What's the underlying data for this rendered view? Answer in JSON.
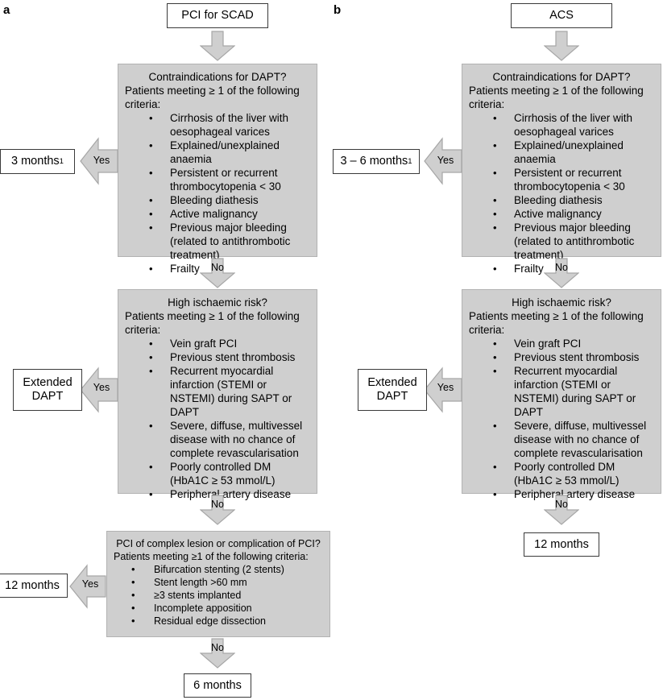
{
  "figure": {
    "panels": [
      {
        "label": "a",
        "start_box": "PCI for SCAD",
        "decisions": [
          {
            "title": "Contraindications for DAPT?",
            "lead": "Patients meeting ≥ 1 of the following criteria:",
            "items": [
              "Cirrhosis of the liver with oesophageal varices",
              "Explained/unexplained anaemia",
              "Persistent or recurrent thrombocytopenia < 30",
              "Bleeding diathesis",
              "Active malignancy",
              "Previous major bleeding (related to antithrombotic treatment)",
              "Frailty"
            ],
            "yes_label": "Yes",
            "yes_outcome": "3 months",
            "yes_outcome_superscript": "1",
            "no_label": "No"
          },
          {
            "title": "High ischaemic risk?",
            "lead": "Patients meeting ≥ 1 of the following criteria:",
            "items": [
              "Vein graft PCI",
              "Previous stent thrombosis",
              "Recurrent myocardial infarction (STEMI or NSTEMI) during SAPT or DAPT",
              "Severe, diffuse, multivessel disease with no chance of complete revascularisation",
              "Poorly controlled DM (HbA1C ≥ 53 mmol/L)",
              "Peripheral artery disease"
            ],
            "yes_label": "Yes",
            "yes_outcome_line1": "Extended",
            "yes_outcome_line2": "DAPT",
            "no_label": "No"
          },
          {
            "title": "PCI of complex lesion or complication of PCI?",
            "lead": "Patients meeting ≥1 of the following criteria:",
            "items": [
              "Bifurcation stenting (2 stents)",
              "Stent length >60 mm",
              "≥3 stents implanted",
              "Incomplete apposition",
              "Residual edge dissection"
            ],
            "yes_label": "Yes",
            "yes_outcome": "12 months",
            "no_label": "No"
          }
        ],
        "final_outcome": "6 months"
      },
      {
        "label": "b",
        "start_box": "ACS",
        "decisions": [
          {
            "title": "Contraindications for DAPT?",
            "lead": "Patients meeting ≥ 1 of the following criteria:",
            "items": [
              "Cirrhosis of the liver with oesophageal varices",
              "Explained/unexplained anaemia",
              "Persistent or recurrent thrombocytopenia < 30",
              "Bleeding diathesis",
              "Active malignancy",
              "Previous major bleeding (related to antithrombotic treatment)",
              "Frailty"
            ],
            "yes_label": "Yes",
            "yes_outcome": "3 – 6 months",
            "yes_outcome_superscript": "1",
            "no_label": "No"
          },
          {
            "title": "High ischaemic risk?",
            "lead": "Patients meeting ≥ 1 of the following criteria:",
            "items": [
              "Vein graft PCI",
              "Previous stent thrombosis",
              "Recurrent myocardial infarction (STEMI or NSTEMI) during SAPT or DAPT",
              "Severe, diffuse, multivessel disease with no chance of complete revascularisation",
              "Poorly controlled DM (HbA1C ≥ 53 mmol/L)",
              "Peripheral artery disease"
            ],
            "yes_label": "Yes",
            "yes_outcome_line1": "Extended",
            "yes_outcome_line2": "DAPT",
            "no_label": "No"
          }
        ],
        "final_outcome": "12 months"
      }
    ],
    "colors": {
      "decision_fill": "#cfcfcf",
      "decision_border": "#b2b2b2",
      "arrow_fill": "#cfcfcf",
      "arrow_border": "#7f7f7f",
      "terminal_border": "#3a3a3a",
      "background": "#ffffff"
    }
  }
}
